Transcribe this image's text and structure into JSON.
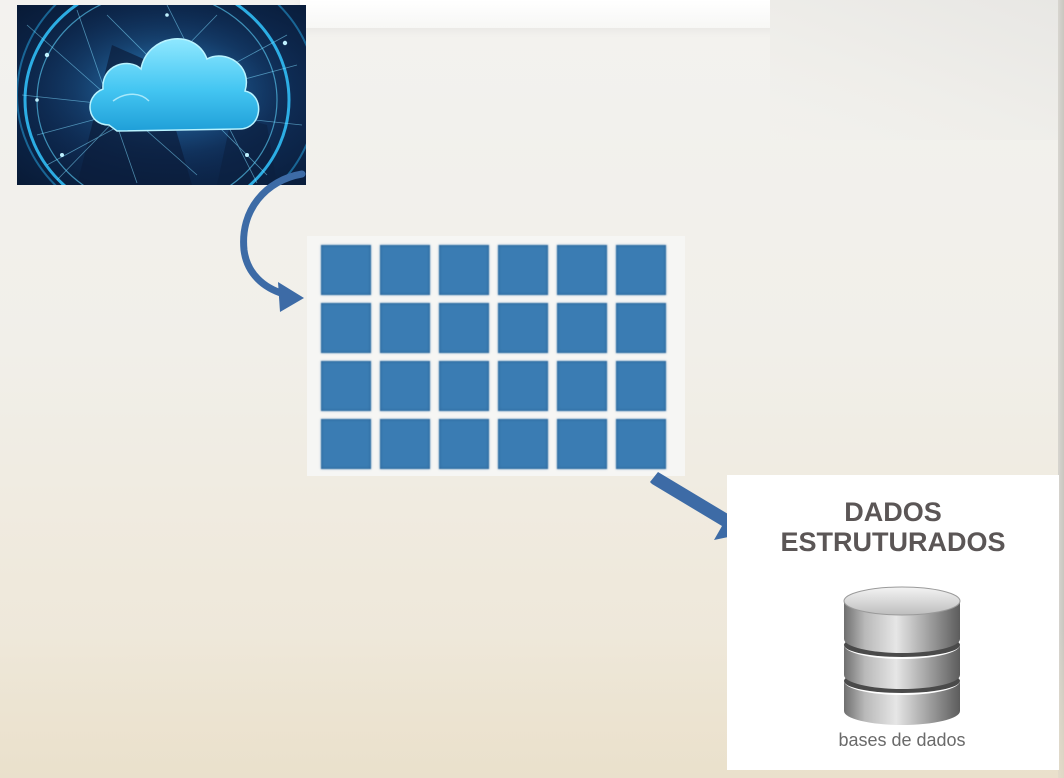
{
  "diagram": {
    "card": {
      "title_line1": "DADOS",
      "title_line2": "ESTRUTURADOS",
      "caption": "bases de dados"
    },
    "grid": {
      "rows": 4,
      "columns": 6,
      "cell_color": "#3a7cb3"
    },
    "arrow_color": "#3d6ba6",
    "icons": {
      "source": "cloud-icon",
      "storage": "database-icon"
    }
  }
}
